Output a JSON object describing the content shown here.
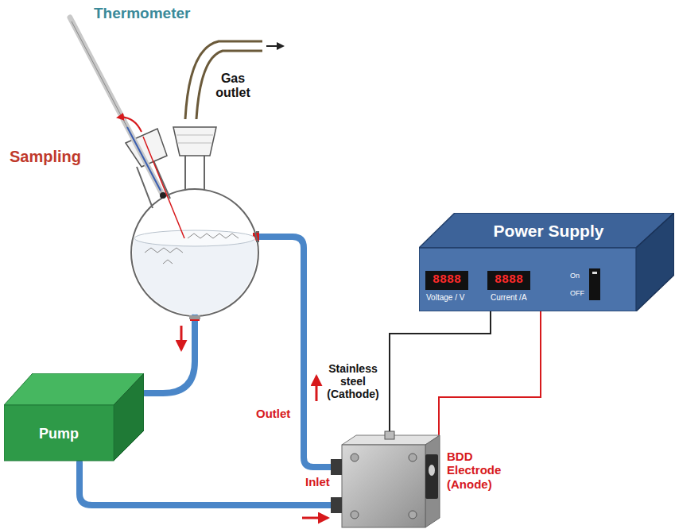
{
  "diagram": {
    "nodes": [
      {
        "text": [
          "Power Supply",
          "8888",
          "Voltage / V",
          "8888",
          "Current /A",
          "On",
          "OFF"
        ]
      },
      {
        "text": [
          "Pump"
        ]
      }
    ],
    "labels": [
      "Thermometer",
      "Sampling",
      "Gas outlet",
      "Stainless steel (Cathode)",
      "Outlet",
      "Inlet",
      "BDD Electrode (Anode)"
    ]
  }
}
